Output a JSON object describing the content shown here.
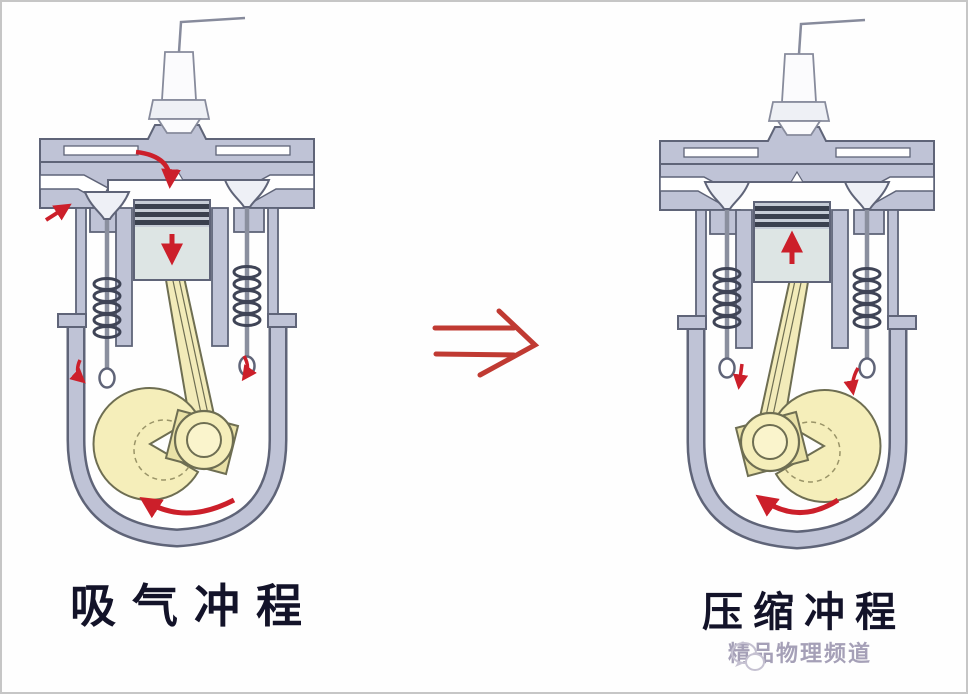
{
  "figure": {
    "left_label": "吸气冲程",
    "right_label": "压缩冲程",
    "watermark": "精品物理频道"
  },
  "engines": {
    "left": {
      "name": "吸气冲程",
      "piston_motion": "down",
      "intake_valve": "open",
      "exhaust_valve": "closed",
      "flow_arrows": "air drawn in through open intake valve",
      "crank_rotation": "counter-clockwise"
    },
    "right": {
      "name": "压缩冲程",
      "piston_motion": "up",
      "intake_valve": "closed",
      "exhaust_valve": "closed",
      "crank_rotation": "counter-clockwise"
    }
  },
  "colors": {
    "casting_body": "#bfc3d6",
    "outline": "#5f6478",
    "piston": "#dde5e4",
    "piston_ring": "#3a404e",
    "rod_and_crank": "#f2ebb9",
    "arrow_red": "#cc1f2a",
    "implies_arrow_red": "#c03a32",
    "label_text": "#131329",
    "watermark_text": "#8f89a6"
  }
}
